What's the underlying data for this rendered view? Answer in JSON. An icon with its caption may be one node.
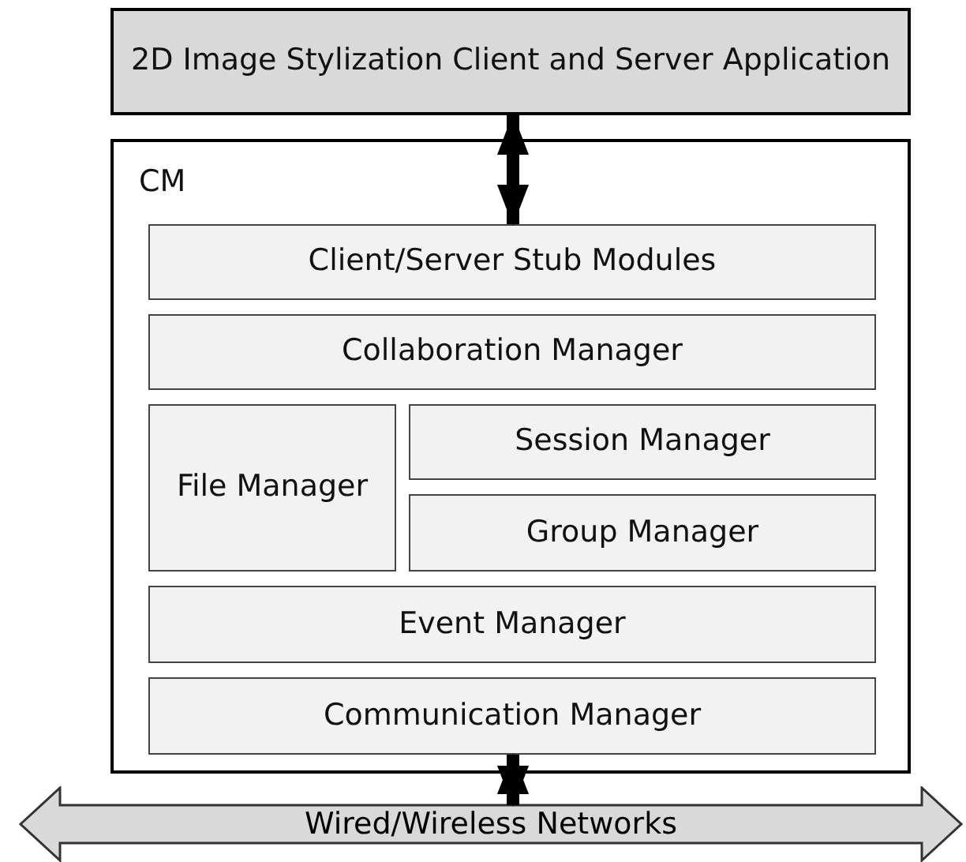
{
  "diagram": {
    "nodes": [
      {
        "text": [
          "2D Image Stylization Client and Server Application"
        ]
      },
      {
        "text": [
          "CM"
        ]
      },
      {
        "text": [
          "Client/Server Stub Modules"
        ],
        "in": 1
      },
      {
        "text": [
          "Collaboration Manager"
        ],
        "in": 1
      },
      {
        "text": [
          "File Manager"
        ],
        "in": 1
      },
      {
        "text": [
          "Session Manager"
        ],
        "in": 1
      },
      {
        "text": [
          "Group Manager"
        ],
        "in": 1
      },
      {
        "text": [
          "Event Manager"
        ],
        "in": 1
      },
      {
        "text": [
          "Communication Manager"
        ],
        "in": 1
      },
      {
        "text": [
          "Wired/Wireless Networks"
        ]
      }
    ],
    "edges": [
      {
        "from": 0,
        "to": 2,
        "arrow": "both"
      },
      {
        "from": 8,
        "to": 9,
        "arrow": "both"
      }
    ]
  }
}
